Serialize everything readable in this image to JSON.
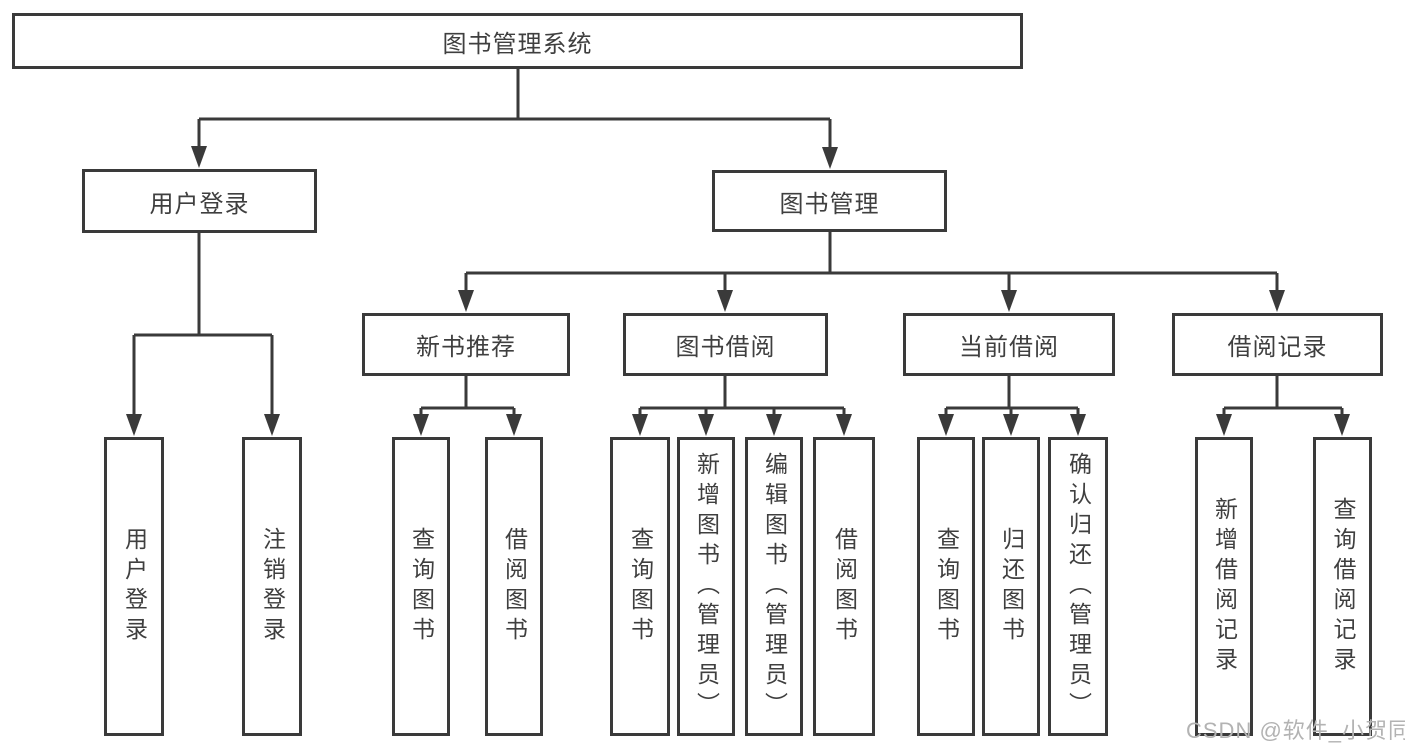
{
  "diagram": {
    "root": {
      "label": "图书管理系统"
    },
    "branches": [
      {
        "label": "用户登录",
        "children": [
          {
            "label": "用户登录"
          },
          {
            "label": "注销登录"
          }
        ]
      },
      {
        "label": "图书管理",
        "children": [
          {
            "label": "新书推荐",
            "children": [
              {
                "label": "查询图书"
              },
              {
                "label": "借阅图书"
              }
            ]
          },
          {
            "label": "图书借阅",
            "children": [
              {
                "label": "查询图书"
              },
              {
                "label": "新增图书（管理员）"
              },
              {
                "label": "编辑图书（管理员）"
              },
              {
                "label": "借阅图书"
              }
            ]
          },
          {
            "label": "当前借阅",
            "children": [
              {
                "label": "查询图书"
              },
              {
                "label": "归还图书"
              },
              {
                "label": "确认归还（管理员）"
              }
            ]
          },
          {
            "label": "借阅记录",
            "children": [
              {
                "label": "新增借阅记录"
              },
              {
                "label": "查询借阅记录"
              }
            ]
          }
        ]
      }
    ]
  },
  "watermark": {
    "text": "CSDN @软件_小贺同学"
  },
  "colors": {
    "line": "#3a3a3a",
    "text": "#3f3f3f",
    "watermark": "#b3b3b3",
    "background": "#ffffff"
  }
}
